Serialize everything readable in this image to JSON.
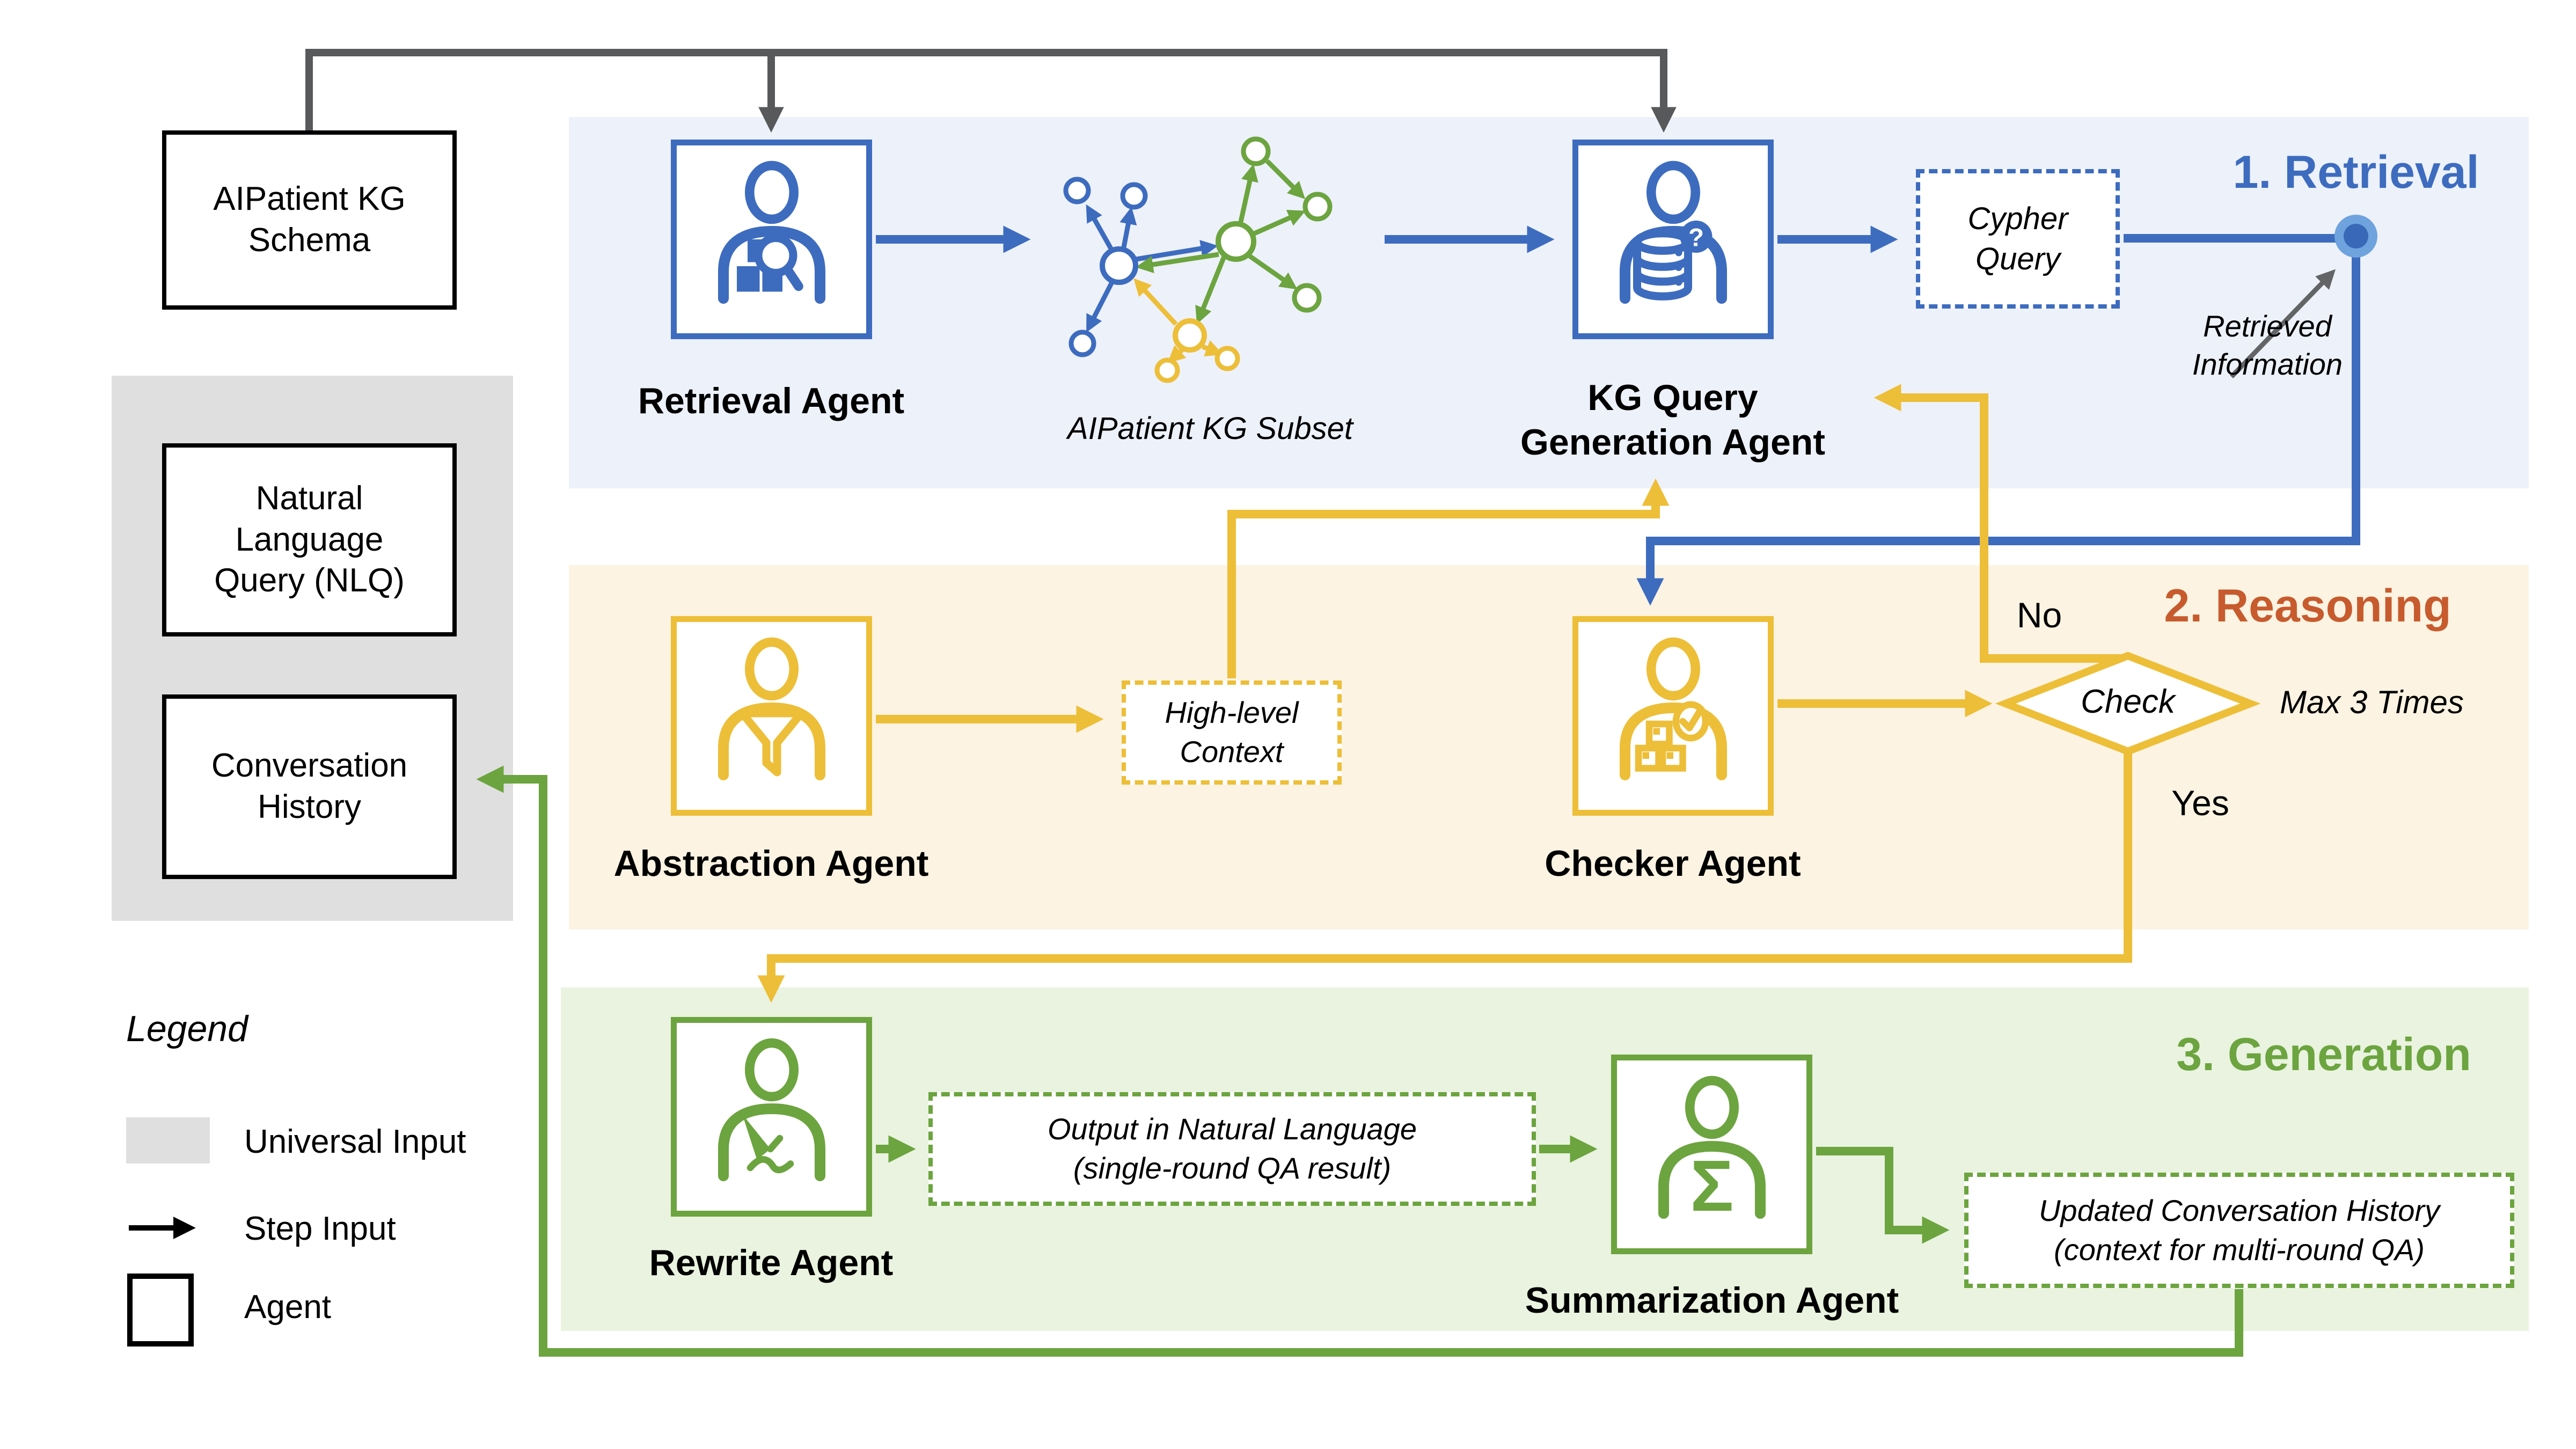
{
  "colors": {
    "blue": "#3D6CBF",
    "yellow": "#EDBE38",
    "green": "#6CA43F",
    "orange": "#C75B2D",
    "gray_line": "#58595B",
    "panel_blue": "#EDF1FA",
    "panel_cream": "#FCF3E2",
    "panel_green": "#E9F3DF",
    "panel_gray": "#DFDFDF",
    "dot_inner": "#3968B8",
    "dot_halo": "#6FA3DE"
  },
  "icons": {
    "sigma": "Σ",
    "question": "?"
  },
  "inputs": {
    "schema": "AIPatient KG\nSchema",
    "nlq": "Natural\nLanguage\nQuery (NLQ)",
    "conversation": "Conversation\nHistory"
  },
  "legend": {
    "title": "Legend",
    "universal": "Universal Input",
    "step": "Step Input",
    "agent": "Agent"
  },
  "retrieval": {
    "title": "1. Retrieval",
    "agent": "Retrieval Agent",
    "subset": "AIPatient KG Subset",
    "kg_query_agent": "KG Query\nGeneration Agent",
    "cypher": "Cypher\nQuery",
    "retrieved": "Retrieved\nInformation"
  },
  "reasoning": {
    "title": "2. Reasoning",
    "abstraction": "Abstraction Agent",
    "context": "High-level\nContext",
    "checker": "Checker Agent",
    "check": "Check",
    "no": "No",
    "yes": "Yes",
    "max": "Max 3 Times"
  },
  "generation": {
    "title": "3. Generation",
    "rewrite": "Rewrite Agent",
    "output": "Output in Natural Language\n(single-round QA result)",
    "summarization": "Summarization Agent",
    "updated": "Updated Conversation History\n(context for multi-round QA)"
  }
}
